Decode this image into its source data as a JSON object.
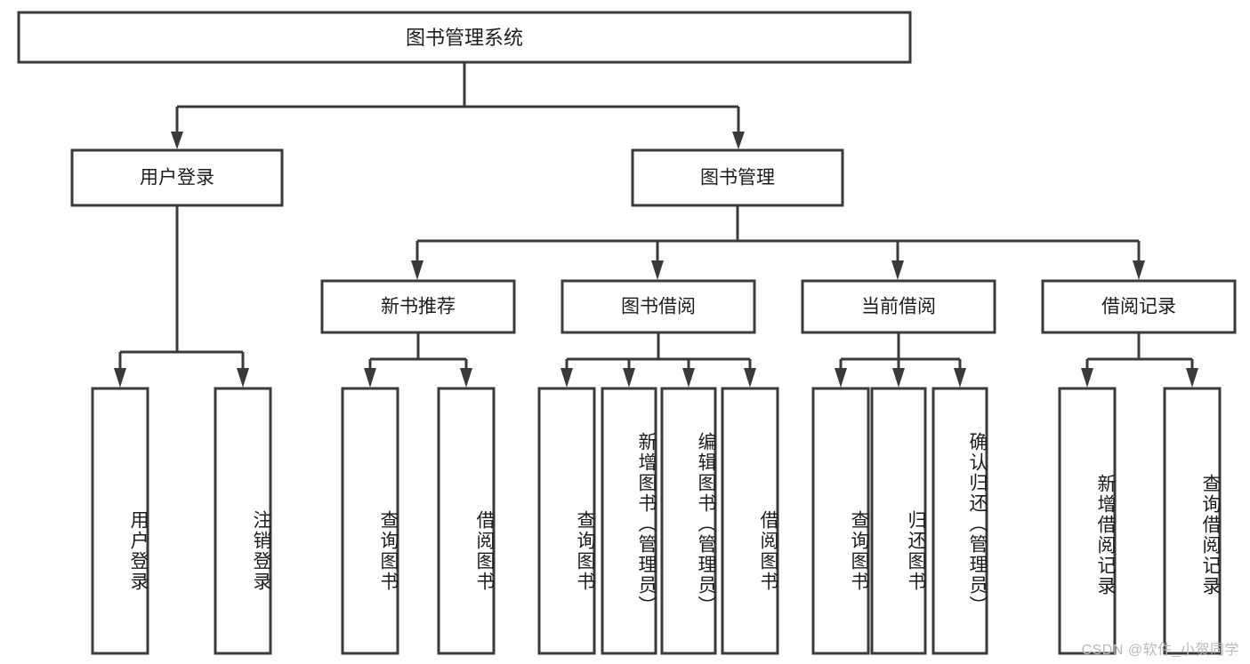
{
  "diagram": {
    "type": "tree-hierarchy",
    "title": "图书管理系统",
    "orientation": "top-down",
    "colors": {
      "box_stroke": "#3a3a3a",
      "box_fill": "#ffffff",
      "text": "#1c1c1c",
      "background": "#ffffff",
      "watermark": "#b9b9b9"
    },
    "root": {
      "label": "图书管理系统"
    },
    "level2": [
      {
        "label": "用户登录"
      },
      {
        "label": "图书管理"
      }
    ],
    "level3": [
      {
        "label": "新书推荐"
      },
      {
        "label": "图书借阅"
      },
      {
        "label": "当前借阅"
      },
      {
        "label": "借阅记录"
      }
    ],
    "leaves": {
      "user_login": [
        {
          "label": "用户登录"
        },
        {
          "label": "注销登录"
        }
      ],
      "new_book_recommend": [
        {
          "label": "查询图书"
        },
        {
          "label": "借阅图书"
        }
      ],
      "book_borrow": [
        {
          "label": "查询图书"
        },
        {
          "label": "新增图书（管理员）"
        },
        {
          "label": "编辑图书（管理员）"
        },
        {
          "label": "借阅图书"
        }
      ],
      "current_borrow": [
        {
          "label": "查询图书"
        },
        {
          "label": "归还图书"
        },
        {
          "label": "确认归还（管理员）"
        }
      ],
      "borrow_record": [
        {
          "label": "新增借阅记录"
        },
        {
          "label": "查询借阅记录"
        }
      ]
    },
    "watermark": "CSDN @软件_小贺同学"
  }
}
